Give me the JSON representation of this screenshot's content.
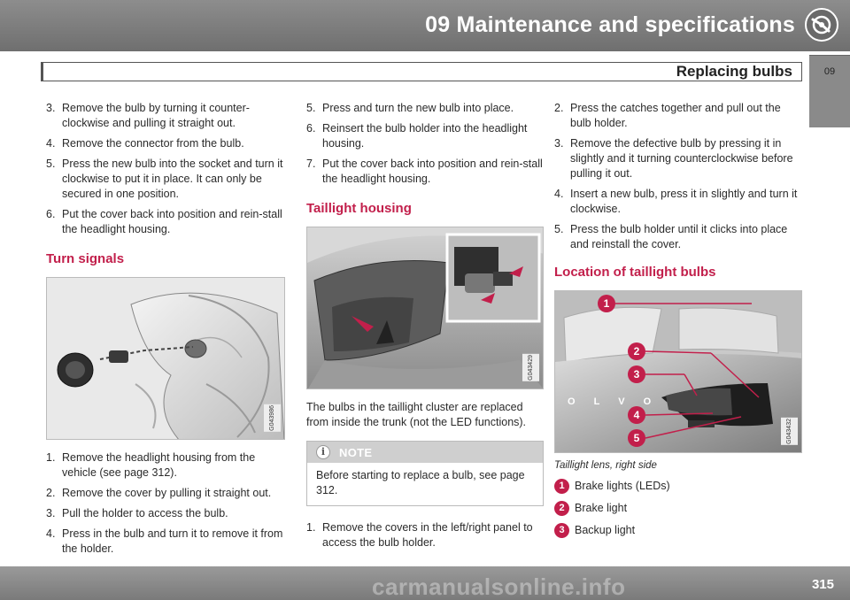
{
  "header": {
    "chapter_title": "09 Maintenance and specifications",
    "section_title": "Replacing bulbs",
    "tab_label": "09"
  },
  "col1": {
    "steps_top": [
      {
        "num": "3.",
        "text": "Remove the bulb by turning it counter-clockwise and pulling it straight out."
      },
      {
        "num": "4.",
        "text": "Remove the connector from the bulb."
      },
      {
        "num": "5.",
        "text": "Press the new bulb into the socket and turn it clockwise to put it in place. It can only be secured in one position."
      },
      {
        "num": "6.",
        "text": "Put the cover back into position and rein-stall the headlight housing."
      }
    ],
    "heading": "Turn signals",
    "figure_code": "G043986",
    "steps_bottom": [
      {
        "num": "1.",
        "text": "Remove the headlight housing from the vehicle (see page 312)."
      },
      {
        "num": "2.",
        "text": "Remove the cover by pulling it straight out."
      },
      {
        "num": "3.",
        "text": "Pull the holder to access the bulb."
      },
      {
        "num": "4.",
        "text": "Press in the bulb and turn it to remove it from the holder."
      }
    ]
  },
  "col2": {
    "steps_top": [
      {
        "num": "5.",
        "text": "Press and turn the new bulb into place."
      },
      {
        "num": "6.",
        "text": "Reinsert the bulb holder into the headlight housing."
      },
      {
        "num": "7.",
        "text": "Put the cover back into position and rein-stall the headlight housing."
      }
    ],
    "heading": "Taillight housing",
    "figure_code": "G043429",
    "paragraph": "The bulbs in the taillight cluster are replaced from inside the trunk (not the LED functions).",
    "note": {
      "title": "NOTE",
      "body": "Before starting to replace a bulb, see page 312."
    },
    "steps_bottom": [
      {
        "num": "1.",
        "text": "Remove the covers in the left/right panel to access the bulb holder."
      }
    ]
  },
  "col3": {
    "steps_top": [
      {
        "num": "2.",
        "text": "Press the catches together and pull out the bulb holder."
      },
      {
        "num": "3.",
        "text": "Remove the defective bulb by pressing it in slightly and it turning counterclockwise before pulling it out."
      },
      {
        "num": "4.",
        "text": "Insert a new bulb, press it in slightly and turn it clockwise."
      },
      {
        "num": "5.",
        "text": "Press the bulb holder until it clicks into place and reinstall the cover."
      }
    ],
    "heading": "Location of taillight bulbs",
    "figure_code": "G043432",
    "figure_callouts": [
      "1",
      "2",
      "3",
      "4",
      "5"
    ],
    "badge_letters": "O L V O",
    "caption": "Taillight lens, right side",
    "legend": [
      {
        "num": "1",
        "text": "Brake lights (LEDs)"
      },
      {
        "num": "2",
        "text": "Brake light"
      },
      {
        "num": "3",
        "text": "Backup light"
      }
    ]
  },
  "footer": {
    "page_number": "315",
    "watermark": "carmanualsonline.info"
  },
  "colors": {
    "accent": "#c21f4b",
    "header_gray": "#7d7d7d"
  }
}
